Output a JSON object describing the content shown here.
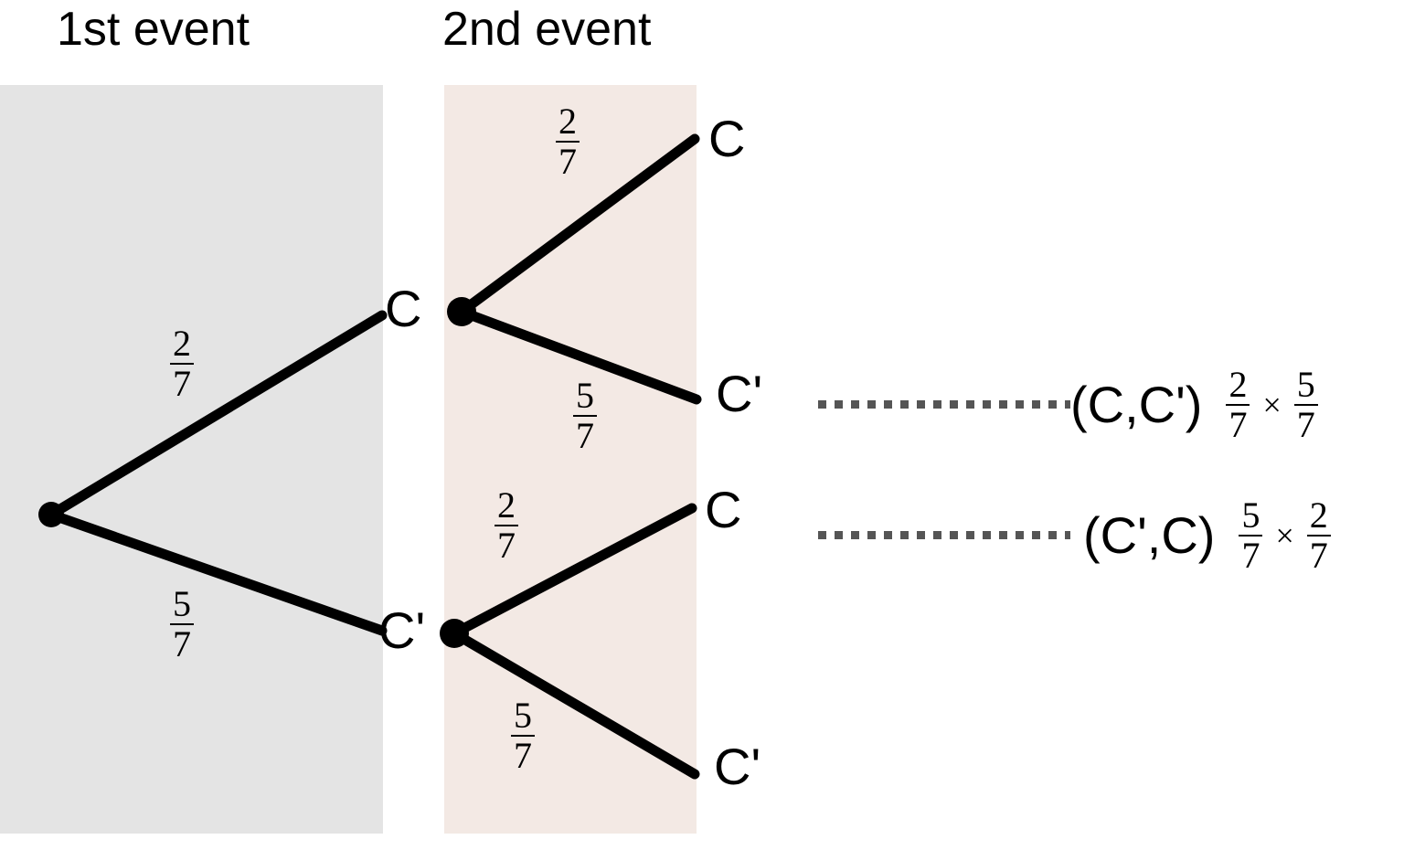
{
  "diagram": {
    "type": "probability-tree",
    "columns": [
      {
        "id": "first",
        "heading": "1st event",
        "color": "#e4e4e4"
      },
      {
        "id": "second",
        "heading": "2nd event",
        "color": "#f3e9e4"
      }
    ],
    "root": {
      "label": ""
    },
    "level1": [
      {
        "label": "C",
        "probability": {
          "num": "2",
          "den": "7"
        }
      },
      {
        "label": "C'",
        "probability": {
          "num": "5",
          "den": "7"
        }
      }
    ],
    "level2": [
      {
        "parent": "C",
        "label": "C",
        "probability": {
          "num": "2",
          "den": "7"
        }
      },
      {
        "parent": "C",
        "label": "C'",
        "probability": {
          "num": "5",
          "den": "7"
        }
      },
      {
        "parent": "C'",
        "label": "C",
        "probability": {
          "num": "2",
          "den": "7"
        }
      },
      {
        "parent": "C'",
        "label": "C'",
        "probability": {
          "num": "5",
          "den": "7"
        }
      }
    ],
    "outcomes": [
      {
        "pair": "(C,C')",
        "factor1": {
          "num": "2",
          "den": "7"
        },
        "times": "×",
        "factor2": {
          "num": "5",
          "den": "7"
        }
      },
      {
        "pair": "(C',C)",
        "factor1": {
          "num": "5",
          "den": "7"
        },
        "times": "×",
        "factor2": {
          "num": "2",
          "den": "7"
        }
      }
    ],
    "colors": {
      "line": "#000000",
      "node": "#000000",
      "dotted": "#555555",
      "text": "#000000",
      "background": "#ffffff"
    }
  }
}
